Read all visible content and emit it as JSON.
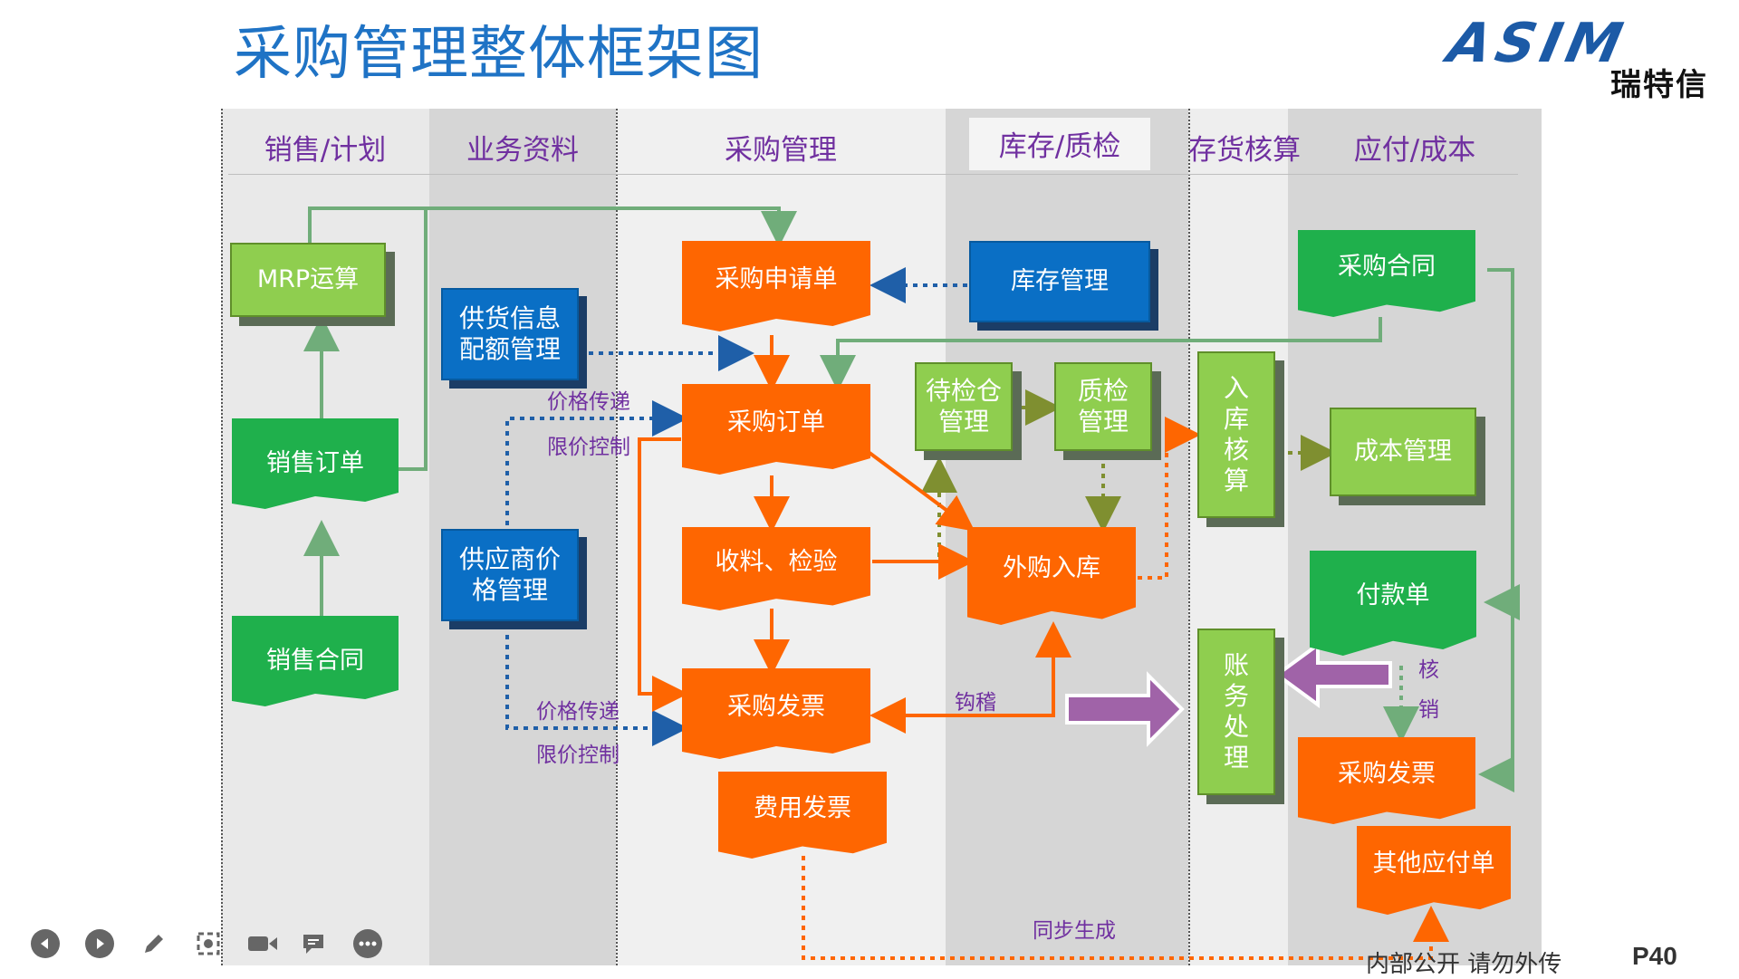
{
  "title": "采购管理整体框架图",
  "logo": {
    "main": "ASIM",
    "sub": "瑞特信"
  },
  "lanes": [
    "销售/计划",
    "业务资料",
    "采购管理",
    "库存/质检",
    "存货核算",
    "应付/成本"
  ],
  "nodes": {
    "mrp": "MRP运算",
    "sales_order": "销售订单",
    "sales_contract": "销售合同",
    "supply_info": "供货信息\n配额管理",
    "supplier_price": "供应商价\n格管理",
    "purchase_request": "采购申请单",
    "purchase_order": "采购订单",
    "receive_inspect": "收料、检验",
    "purchase_invoice": "采购发票",
    "expense_invoice": "费用发票",
    "inventory_mgmt": "库存管理",
    "pending_warehouse": "待检仓\n管理",
    "quality_mgmt": "质检\n管理",
    "external_inbound": "外购入库",
    "inbound_accounting": "入\n库\n核\n算",
    "account_processing": "账\n务\n处\n理",
    "purchase_contract": "采购合同",
    "cost_mgmt": "成本管理",
    "payment_order": "付款单",
    "ap_purchase_invoice": "采购发票",
    "other_payables": "其他应付单"
  },
  "labels": {
    "price_pass_1": "价格传递",
    "price_limit_1": "限价控制",
    "price_pass_2": "价格传递",
    "price_limit_2": "限价控制",
    "hook": "钩稽",
    "writeoff": "核\n销",
    "sync": "同步生成"
  },
  "footer": {
    "note": "内部公开 请勿外传",
    "page": "P40"
  },
  "controls": [
    "prev-icon",
    "play-icon",
    "pen-icon",
    "zoom-icon",
    "camera-icon",
    "comment-icon",
    "more-icon"
  ],
  "colors": {
    "title": "#1f73c5",
    "lane_label": "#7030a0",
    "orange": "#fe6601",
    "doc_green": "#1fb04c",
    "light_green": "#8fce4f",
    "blue": "#0a6fc5",
    "purple_arrow": "#a063a8",
    "connector_green": "#70ad7a"
  }
}
